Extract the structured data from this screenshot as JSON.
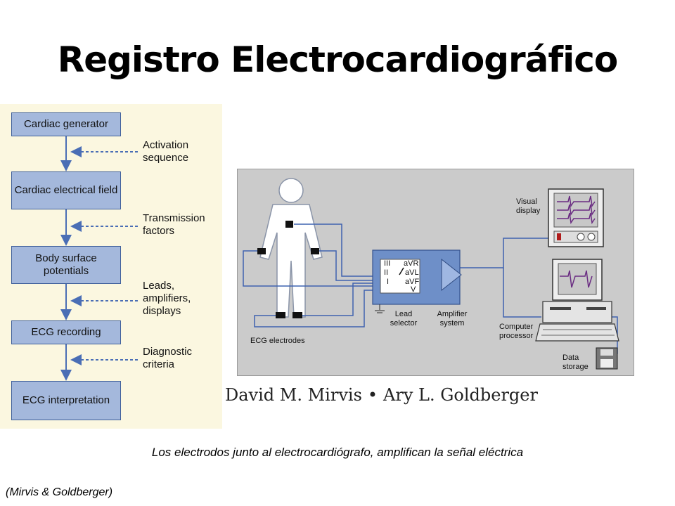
{
  "title": "Registro Electrocardiográfico",
  "flowchart": {
    "boxes": [
      {
        "label": "Cardiac generator"
      },
      {
        "label": "Cardiac electrical field"
      },
      {
        "label": "Body surface potentials"
      },
      {
        "label": "ECG recording"
      },
      {
        "label": "ECG interpretation"
      }
    ],
    "factors": [
      {
        "label": "Activation sequence"
      },
      {
        "label": "Transmission factors"
      },
      {
        "label": "Leads, amplifiers, displays"
      },
      {
        "label": "Diagnostic criteria"
      }
    ]
  },
  "ecg_system": {
    "electrodes_label": "ECG electrodes",
    "lead_selector_label": "Lead selector",
    "amplifier_label": "Amplifier system",
    "visual_display_label": "Visual display",
    "computer_label": "Computer processor",
    "storage_label": "Data storage",
    "leads": {
      "iii": "III",
      "ii": "II",
      "i": "I",
      "avr": "aVR",
      "avl": "aVL",
      "avf": "aVF",
      "v": "V"
    }
  },
  "authors": {
    "first": "David M. Mirvis",
    "separator": "•",
    "second": "Ary L. Goldberger"
  },
  "caption": "Los electrodos junto al electrocardiógrafo, amplifican la señal eléctrica",
  "credit": "(Mirvis & Goldberger)",
  "colors": {
    "box_fill": "#a4b8dc",
    "arrow": "#4a6eb5",
    "panel": "#fbf7e0",
    "trace": "#6a2c82",
    "wire": "#3f63b0"
  }
}
